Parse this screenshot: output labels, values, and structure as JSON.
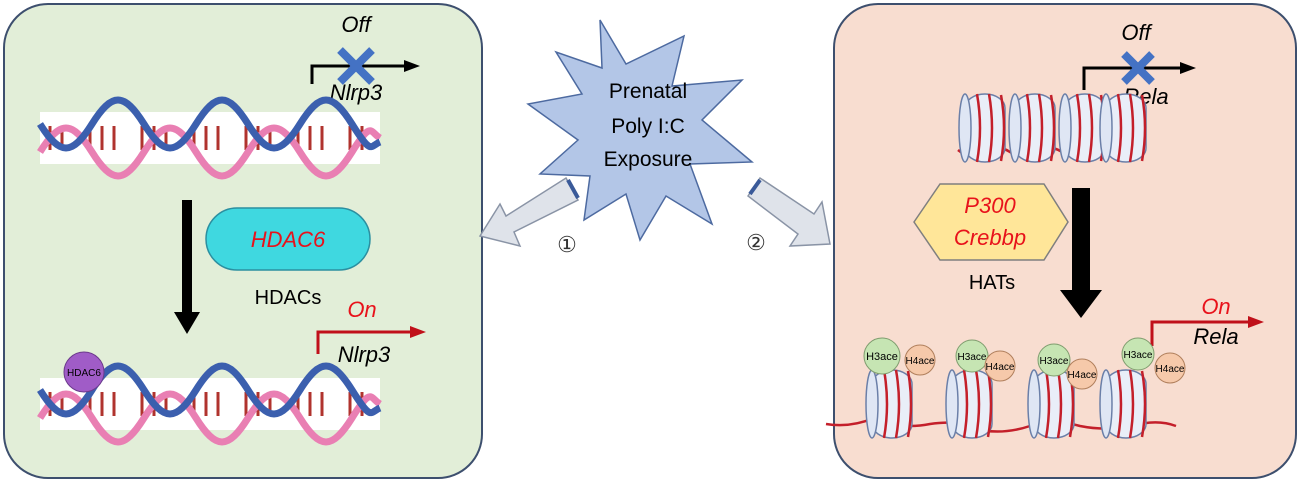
{
  "left_panel": {
    "gene_off": {
      "status": "Off",
      "gene": "Nlrp3"
    },
    "enzyme": "HDAC6",
    "enzyme_class": "HDACs",
    "gene_on": {
      "status": "On",
      "gene": "Nlrp3"
    },
    "bound_marker": "HDAC6"
  },
  "center": {
    "line1": "Prenatal",
    "line2": "Poly I:C",
    "line3": "Exposure",
    "step1": "①",
    "step2": "②"
  },
  "right_panel": {
    "gene_off": {
      "status": "Off",
      "gene": "Rela"
    },
    "enzyme_line1": "P300",
    "enzyme_line2": "Crebbp",
    "enzyme_class": "HATs",
    "gene_on": {
      "status": "On",
      "gene": "Rela"
    },
    "marks": [
      {
        "h3": "H3ace",
        "h4": "H4ace"
      },
      {
        "h3": "H3ace",
        "h4": "H4ace"
      },
      {
        "h3": "H3ace",
        "h4": "H4ace"
      },
      {
        "h3": "H3ace",
        "h4": "H4ace"
      }
    ]
  },
  "colors": {
    "left_bg": "#e2eed8",
    "right_bg": "#f8ddd0",
    "panel_border": "#3d4f6e",
    "red_text": "#e8121b",
    "burst_fill": "#b3c6e7",
    "hdac_box": "#3fd8e0",
    "hat_box": "#ffe699",
    "h3_circle": "#c6e5b3",
    "h4_circle": "#f6c9aa",
    "dna_pink": "#e97fb3",
    "dna_blue": "#3b5fae",
    "x_mark": "#4472c4"
  }
}
